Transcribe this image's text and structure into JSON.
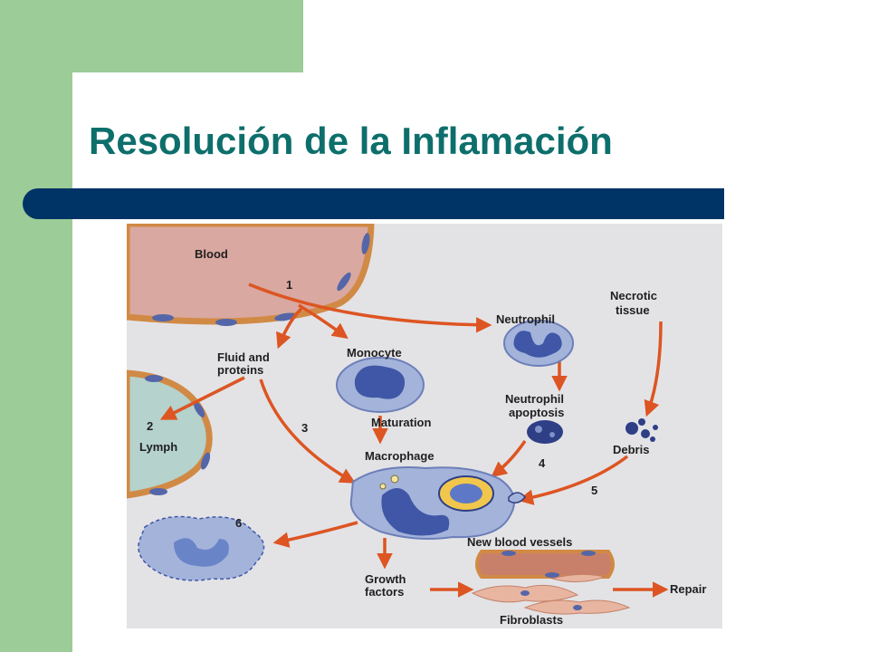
{
  "slide": {
    "title": "Resolución de la Inflamación"
  },
  "diagram": {
    "labels": {
      "blood": "Blood",
      "step1": "1",
      "neutrophil": "Neutrophil",
      "necrotic_line1": "Necrotic",
      "necrotic_line2": "tissue",
      "fluid_line1": "Fluid and",
      "fluid_line2": "proteins",
      "monocyte": "Monocyte",
      "neutrophil_apoptosis_line1": "Neutrophil",
      "neutrophil_apoptosis_line2": "apoptosis",
      "step2": "2",
      "lymph": "Lymph",
      "step3": "3",
      "maturation": "Maturation",
      "debris": "Debris",
      "macrophage": "Macrophage",
      "step4": "4",
      "step5": "5",
      "step6": "6",
      "new_blood_vessels": "New blood vessels",
      "growth_line1": "Growth",
      "growth_line2": "factors",
      "repair": "Repair",
      "fibroblasts": "Fibroblasts"
    },
    "colors": {
      "arrow": "#dd5522",
      "vessel": "#d9a8a0",
      "vessel_wall": "#d18a45",
      "lymph": "#b5d2cc",
      "cell": "#a4b3da",
      "nucleus": "#3f57a6",
      "background": "#e3e3e6"
    }
  }
}
